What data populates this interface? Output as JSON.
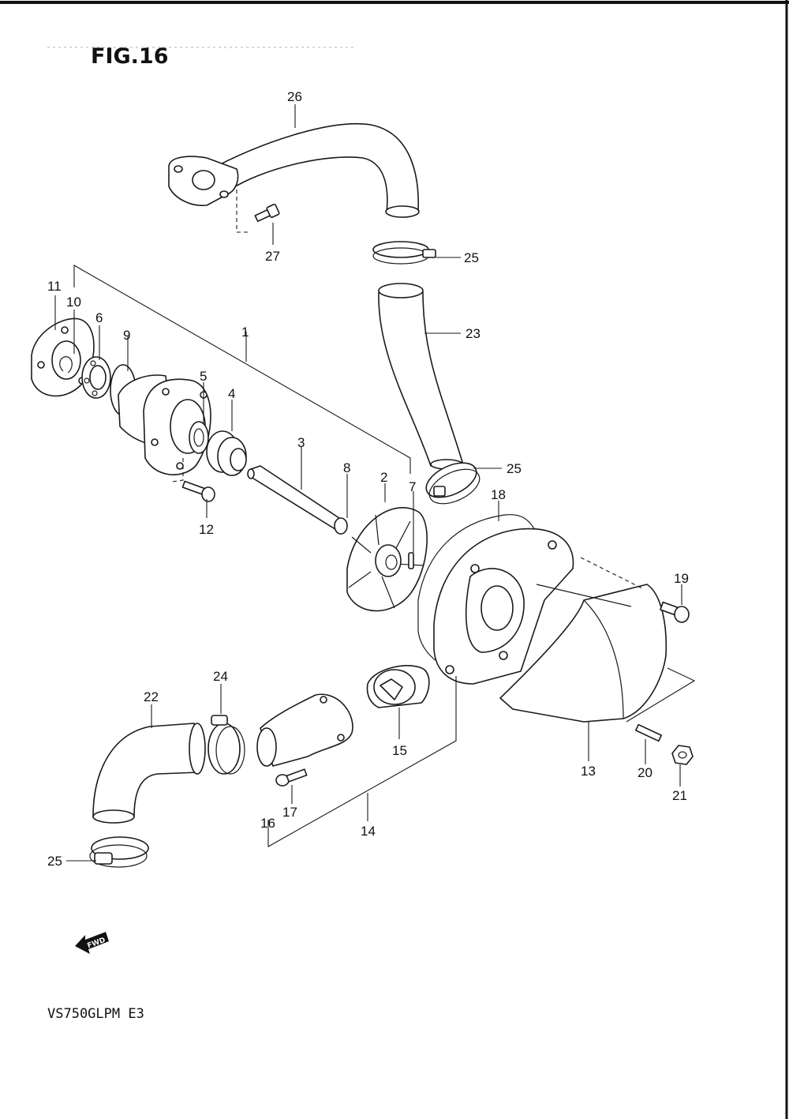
{
  "figure": {
    "title": "FIG.16",
    "model_code": "VS750GLPM E3",
    "fwd_label": "FWD"
  },
  "callouts": {
    "c1": "1",
    "c2": "2",
    "c3": "3",
    "c4": "4",
    "c5": "5",
    "c6": "6",
    "c7": "7",
    "c8": "8",
    "c9": "9",
    "c10": "10",
    "c11": "11",
    "c12": "12",
    "c13": "13",
    "c14": "14",
    "c15": "15",
    "c16": "16",
    "c17": "17",
    "c18": "18",
    "c19": "19",
    "c20": "20",
    "c21": "21",
    "c22": "22",
    "c23": "23",
    "c24": "24",
    "c25a": "25",
    "c25b": "25",
    "c25c": "25",
    "c26": "26",
    "c27": "27"
  }
}
